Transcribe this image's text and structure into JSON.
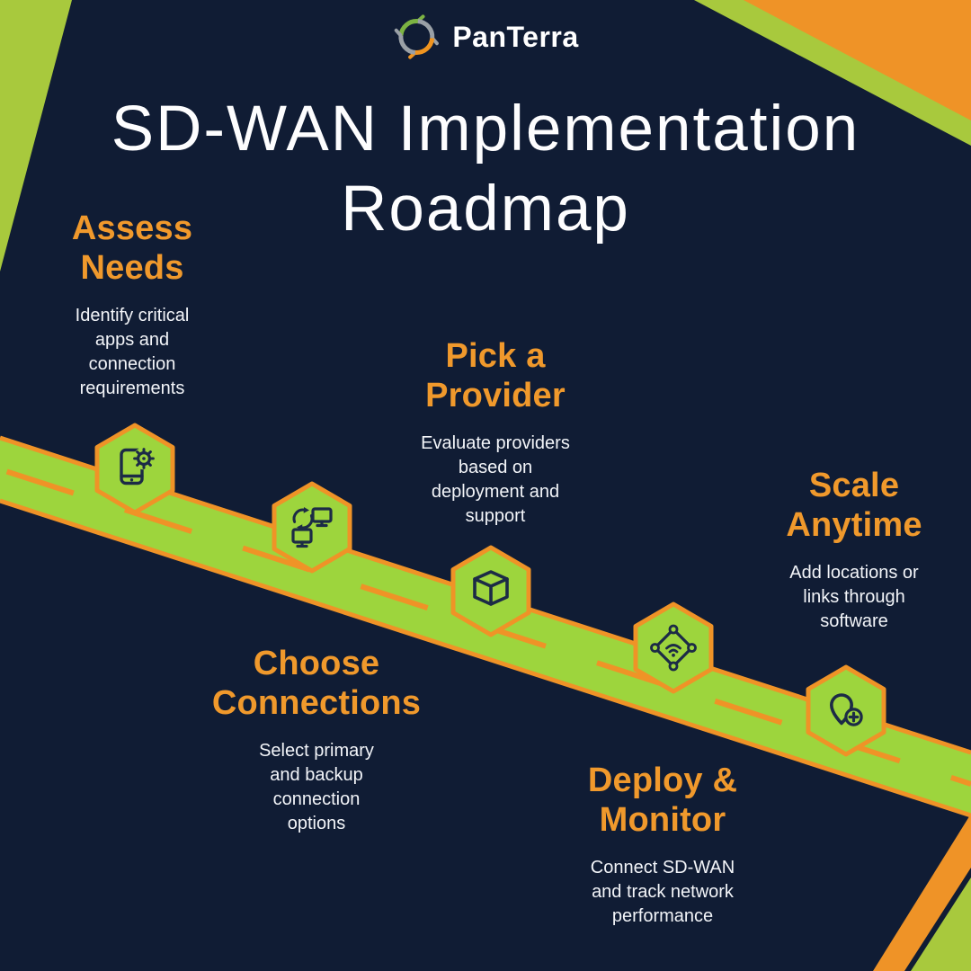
{
  "brand": {
    "name": "PanTerra"
  },
  "title": "SD-WAN Implementation Roadmap",
  "steps": [
    {
      "heading": "Assess Needs",
      "description_lines": [
        "Identify critical",
        "apps and",
        "connection",
        "requirements"
      ],
      "icon": "phone-gear-icon"
    },
    {
      "heading": "Choose Connections",
      "description_lines": [
        "Select primary",
        "and backup",
        "connection",
        "options"
      ],
      "icon": "swap-monitors-icon"
    },
    {
      "heading": "Pick a Provider",
      "description_lines": [
        "Evaluate providers",
        "based on",
        "deployment and",
        "support"
      ],
      "icon": "cube-icon"
    },
    {
      "heading": "Deploy & Monitor",
      "description_lines": [
        "Connect SD-WAN",
        "and track network",
        "performance"
      ],
      "icon": "network-wifi-icon"
    },
    {
      "heading": "Scale Anytime",
      "description_lines": [
        "Add locations or",
        "links through",
        "software"
      ],
      "icon": "add-location-icon"
    }
  ],
  "colors": {
    "background_navy": "#101c34",
    "road_green": "#9dd53d",
    "corner_green": "#a8c93d",
    "accent_orange": "#ef9327",
    "heading_orange": "#f0992c",
    "text_white": "#f3f5f9",
    "icon_navy": "#1c2b46",
    "logo_green": "#7cb342",
    "logo_gray": "#9aa0a6",
    "logo_orange": "#f0941f"
  }
}
